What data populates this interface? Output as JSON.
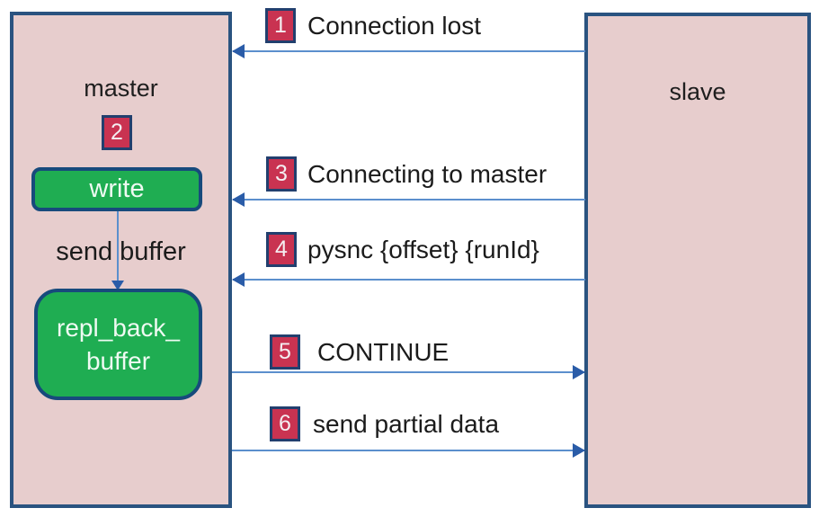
{
  "diagram": {
    "title_hint": "master-slave partial resynchronization sequence",
    "colors": {
      "node_fill": "#e7cdcd",
      "node_border": "#2a5380",
      "green_fill": "#1fad52",
      "green_border": "#174a7c",
      "badge_fill": "#c93351",
      "badge_border": "#223f6e",
      "arrow_line": "#5b8fcd",
      "arrow_head": "#2a5ca8",
      "text": "#1d1d1d",
      "background": "#ffffff"
    },
    "master": {
      "label": "master",
      "badge": "2",
      "write_label": "write",
      "send_buffer_label": "send buffer",
      "repl_buffer_line1": "repl_back_",
      "repl_buffer_line2": "buffer"
    },
    "slave": {
      "label": "slave"
    },
    "messages": [
      {
        "num": "1",
        "label": "Connection lost",
        "direction": "to-master"
      },
      {
        "num": "3",
        "label": "Connecting to master",
        "direction": "to-master"
      },
      {
        "num": "4",
        "label": "pysnc {offset} {runId}",
        "direction": "to-master"
      },
      {
        "num": "5",
        "label": "CONTINUE",
        "direction": "to-slave"
      },
      {
        "num": "6",
        "label": "send partial data",
        "direction": "to-slave"
      }
    ]
  }
}
